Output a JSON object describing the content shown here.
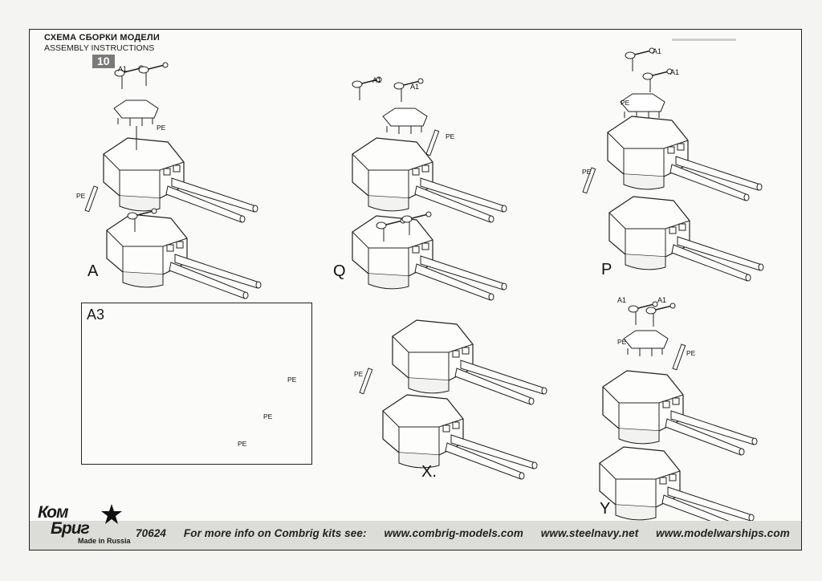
{
  "header": {
    "title_ru": "СХЕМА СБОРКИ МОДЕЛИ",
    "title_en": "ASSEMBLY INSTRUCTIONS",
    "step": "10"
  },
  "labels": {
    "view_a": "A",
    "view_q": "Q",
    "view_p": "P",
    "view_x": "X.",
    "view_y": "Y",
    "a3": "A3",
    "a1": "A1",
    "pe": "PE"
  },
  "footer": {
    "code": "70624",
    "info": "For more info on Combrig kits see:",
    "site1": "www.combrig-models.com",
    "site2": "www.steelnavy.net",
    "site3": "www.modelwarships.com"
  },
  "logo": {
    "line1": "Ком",
    "line2": "Бриг",
    "made": "Made in Russia"
  },
  "colors": {
    "footer_bg": "#dcdcd8",
    "badge_bg": "#7a7a7a",
    "line": "#222222"
  }
}
